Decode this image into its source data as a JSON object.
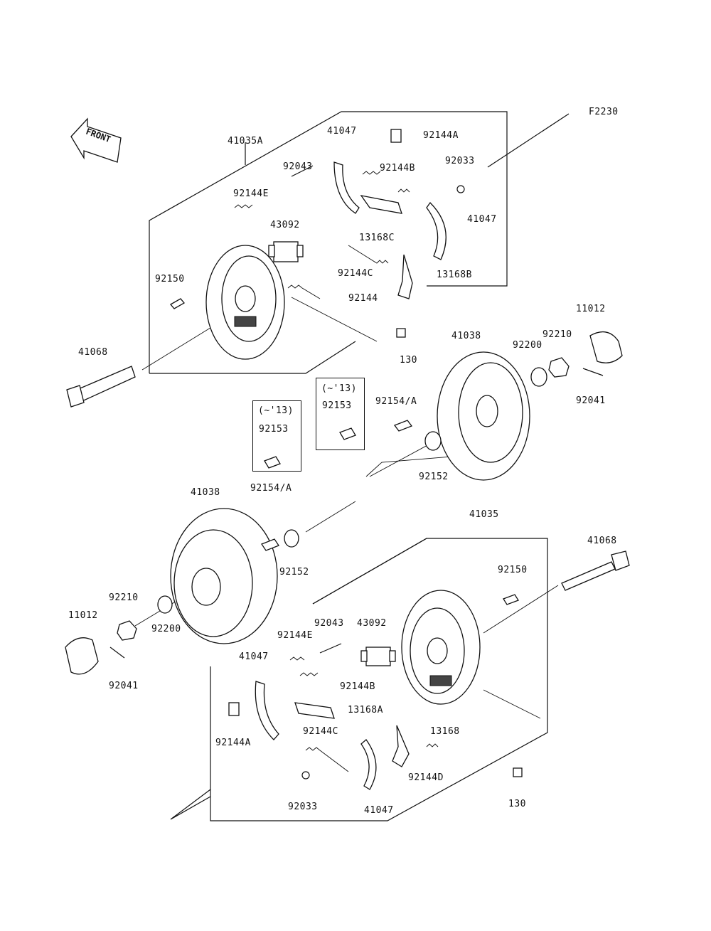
{
  "figure_code": "F2230",
  "front_label": "FRONT",
  "notes": {
    "year_note_1": "(~'13)",
    "year_note_2": "(~'13)"
  },
  "callouts": {
    "p41035A": "41035A",
    "p41047_top": "41047",
    "p92144A_top": "92144A",
    "p92043_top": "92043",
    "p92144B_top": "92144B",
    "p92033_top": "92033",
    "p92144E_top": "92144E",
    "p43092_top": "43092",
    "p41047_top2": "41047",
    "p13168C": "13168C",
    "p92144C_top": "92144C",
    "p13168B": "13168B",
    "p92150_top": "92150",
    "p92144_top": "92144",
    "p11012_right": "11012",
    "p41038_right": "41038",
    "p92210_right": "92210",
    "p92200_right": "92200",
    "p130_top": "130",
    "p41068_left": "41068",
    "p92041_right": "92041",
    "p92154A_right": "92154/A",
    "p92153_a": "92153",
    "p92153_b": "92153",
    "p92152_right": "92152",
    "p41038_left": "41038",
    "p92154A_left": "92154/A",
    "p41035": "41035",
    "p41068_right": "41068",
    "p92152_left": "92152",
    "p92150_bottom": "92150",
    "p92210_left": "92210",
    "p11012_left": "11012",
    "p92043_bottom": "92043",
    "p43092_bottom": "43092",
    "p92144E_bottom": "92144E",
    "p41047_bottom": "41047",
    "p92200_left": "92200",
    "p92144B_bottom": "92144B",
    "p92041_left": "92041",
    "p13168A": "13168A",
    "p92144A_bottom": "92144A",
    "p92144C_bottom": "92144C",
    "p13168": "13168",
    "p92144D": "92144D",
    "p92033_bottom": "92033",
    "p41047_bottom2": "41047",
    "p130_bottom": "130"
  }
}
